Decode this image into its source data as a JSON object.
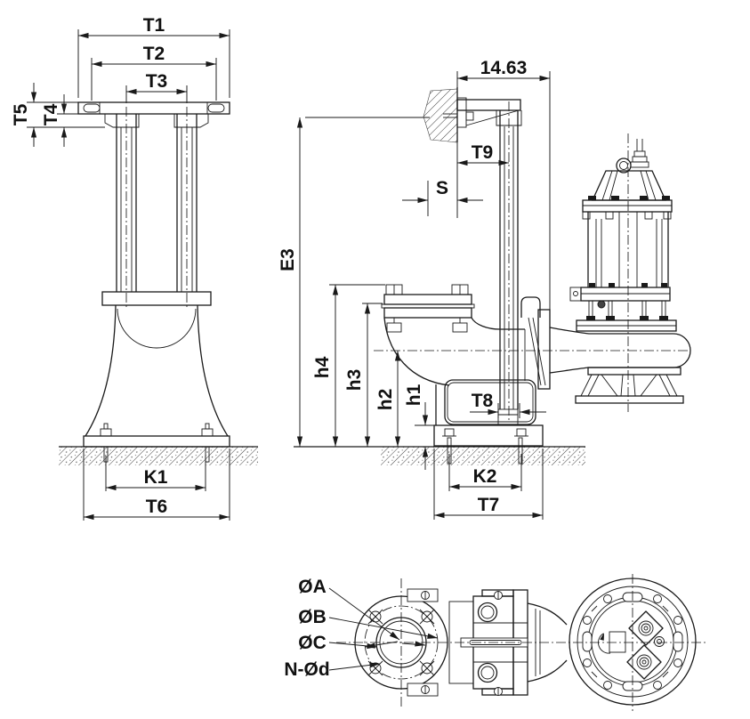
{
  "drawing": {
    "type": "engineering-installation-drawing",
    "subject": "submersible sewage pump with auto-coupling guide rail system",
    "ink_color": "#1a1a1a",
    "background": "#ffffff"
  },
  "dims": {
    "front_view": {
      "t1": "T1",
      "t2": "T2",
      "t3": "T3",
      "t4": "T4",
      "t5": "T5",
      "k1": "K1",
      "t6": "T6"
    },
    "install_view": {
      "wall_offset": "14.63",
      "t9": "T9",
      "s": "S",
      "e3": "E3",
      "h4": "h4",
      "h3": "h3",
      "h2": "h2",
      "h1": "h1",
      "t8": "T8",
      "k2": "K2",
      "t7": "T7"
    },
    "plan_view": {
      "phi_a": "ØA",
      "phi_b": "ØB",
      "phi_c": "ØC",
      "n_d": "N-Ød"
    }
  }
}
